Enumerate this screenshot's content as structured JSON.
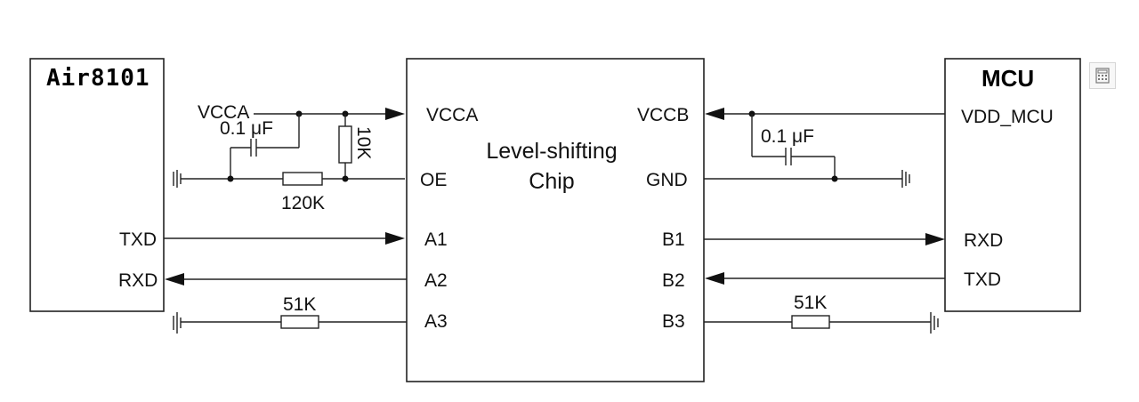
{
  "left_block": {
    "title": "Air8101",
    "pins": {
      "txd": "TXD",
      "rxd": "RXD"
    }
  },
  "right_block": {
    "title": "MCU",
    "pins": {
      "vdd": "VDD_MCU",
      "rxd": "RXD",
      "txd": "TXD"
    }
  },
  "chip": {
    "title_line1": "Level-shifting",
    "title_line2": "Chip",
    "left_pins": {
      "vcca": "VCCA",
      "oe": "OE",
      "a1": "A1",
      "a2": "A2",
      "a3": "A3"
    },
    "right_pins": {
      "vccb": "VCCB",
      "gnd": "GND",
      "b1": "B1",
      "b2": "B2",
      "b3": "B3"
    }
  },
  "nets": {
    "vcca": "VCCA"
  },
  "components": {
    "cap_left": "0.1 μF",
    "cap_right": "0.1 μF",
    "r_pullup": "10K",
    "r_oe": "120K",
    "r_a3": "51K",
    "r_b3": "51K"
  },
  "icons": {
    "corner_button": "calculator-icon"
  }
}
